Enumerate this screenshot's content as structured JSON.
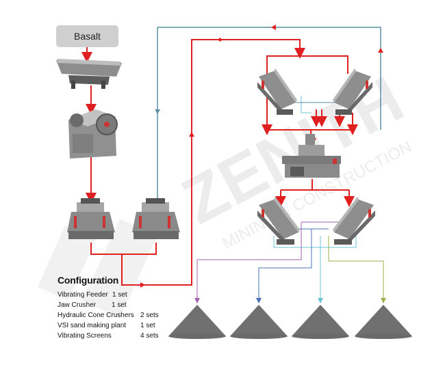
{
  "source_label": "Basalt",
  "watermark": {
    "brand": "ZENITH",
    "tagline": "MINING & CONSTRUCTION"
  },
  "configuration": {
    "title": "Configuration",
    "items": [
      {
        "name": "Vibrating Feeder",
        "qty": "1 set"
      },
      {
        "name": "Jaw Crusher",
        "qty": "1 set"
      },
      {
        "name": "Hydraulic Cone Crushers",
        "qty": "2 sets"
      },
      {
        "name": "VSI sand making plant",
        "qty": "1 set"
      },
      {
        "name": "Vibrating Screens",
        "qty": "4 sets"
      }
    ]
  },
  "equipment": [
    "vibrating-feeder",
    "jaw-crusher",
    "cone-crusher-1",
    "cone-crusher-2",
    "vibrating-screen-1",
    "vibrating-screen-2",
    "vsi-sand-maker",
    "vibrating-screen-3",
    "vibrating-screen-4"
  ],
  "colors": {
    "main_flow": "#e02020",
    "return_flow": "#5a8fa3",
    "product_1": "#a05fb0",
    "product_2": "#4a6fb5",
    "product_3": "#6cc3d6",
    "product_4": "#a3a84a",
    "stockpile": "#707070",
    "watermark": "#efefef"
  },
  "stockpiles": [
    "stockpile-1",
    "stockpile-2",
    "stockpile-3",
    "stockpile-4"
  ]
}
